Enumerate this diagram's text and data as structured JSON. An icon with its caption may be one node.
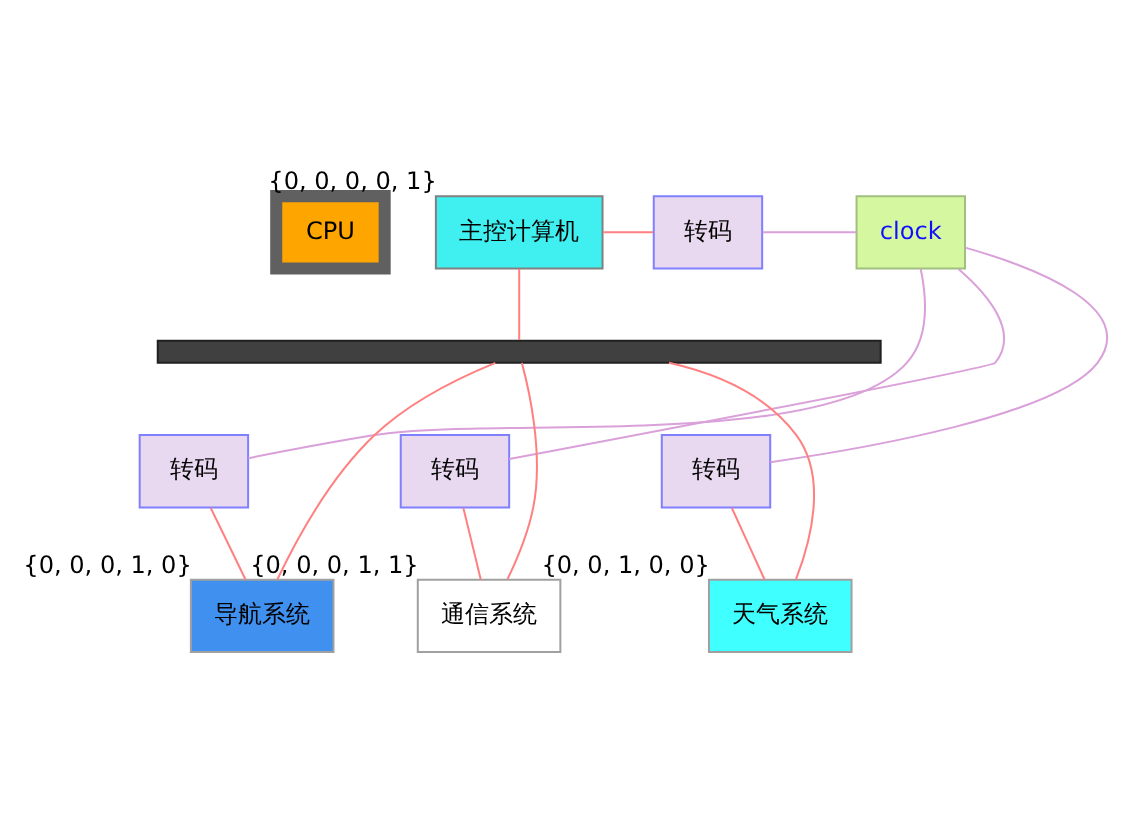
{
  "diagram": {
    "nodes": [
      {
        "text": [
          "CPU"
        ]
      },
      {
        "text": [
          "主控计算机"
        ],
        "beside": [
          "{0, 0, 0, 0, 1}"
        ]
      },
      {
        "text": [
          "转码"
        ]
      },
      {
        "text": [
          "clock"
        ]
      },
      {
        "text": [],
        "shape": "bar"
      },
      {
        "text": [
          "转码"
        ]
      },
      {
        "text": [
          "转码"
        ]
      },
      {
        "text": [
          "转码"
        ]
      },
      {
        "text": [
          "导航系统"
        ],
        "beside": [
          "{0, 0, 0, 1, 0}"
        ]
      },
      {
        "text": [
          "通信系统"
        ],
        "beside": [
          "{0, 0, 0, 1, 1}"
        ]
      },
      {
        "text": [
          "天气系统"
        ],
        "beside": [
          "{0, 0, 1, 0, 0}"
        ]
      }
    ],
    "edges": [
      {
        "from": 1,
        "to": 2,
        "arrow": "none"
      },
      {
        "from": 1,
        "to": 4,
        "arrow": "none"
      },
      {
        "from": 3,
        "to": 2,
        "arrow": "none",
        "color": "#d9a0d9"
      },
      {
        "from": 3,
        "to": 5,
        "arrow": "none",
        "color": "#d9a0d9"
      },
      {
        "from": 3,
        "to": 6,
        "arrow": "none",
        "color": "#d9a0d9"
      },
      {
        "from": 3,
        "to": 7,
        "arrow": "none",
        "color": "#d9a0d9"
      },
      {
        "from": 4,
        "to": 8,
        "arrow": "none"
      },
      {
        "from": 4,
        "to": 9,
        "arrow": "none"
      },
      {
        "from": 4,
        "to": 10,
        "arrow": "none"
      },
      {
        "from": 5,
        "to": 8,
        "arrow": "none"
      },
      {
        "from": 6,
        "to": 9,
        "arrow": "none"
      },
      {
        "from": 7,
        "to": 10,
        "arrow": "none"
      }
    ]
  }
}
